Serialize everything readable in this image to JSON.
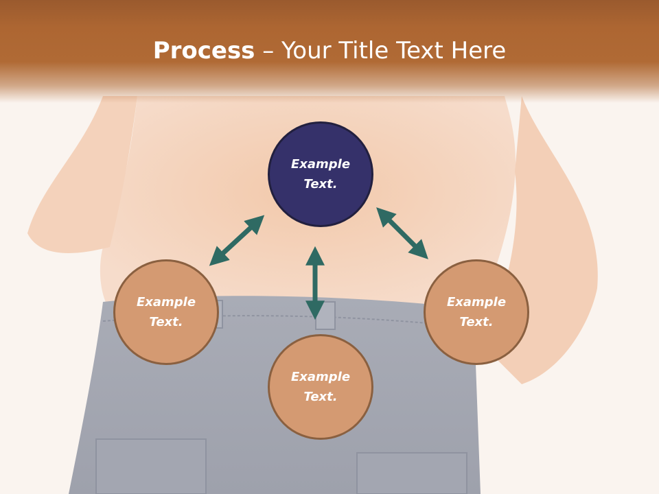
{
  "header": {
    "title_bold": "Process",
    "title_rest": " – Your Title Text Here"
  },
  "diagram": {
    "nodes": [
      {
        "id": "top",
        "label": "Example\nText.",
        "style": "dark"
      },
      {
        "id": "left",
        "label": "Example\nText.",
        "style": "tan"
      },
      {
        "id": "bottom",
        "label": "Example\nText.",
        "style": "tan"
      },
      {
        "id": "right",
        "label": "Example\nText.",
        "style": "tan"
      }
    ],
    "connections": [
      {
        "from": "top",
        "to": "left",
        "type": "double-arrow"
      },
      {
        "from": "top",
        "to": "bottom",
        "type": "double-arrow"
      },
      {
        "from": "top",
        "to": "right",
        "type": "double-arrow"
      }
    ]
  },
  "colors": {
    "header_band": "#b06a35",
    "node_dark": "#35316a",
    "node_tan": "#d49a72",
    "node_tan_border": "#8a6040",
    "arrow": "#2f6a63",
    "title_text": "#ffffff"
  }
}
